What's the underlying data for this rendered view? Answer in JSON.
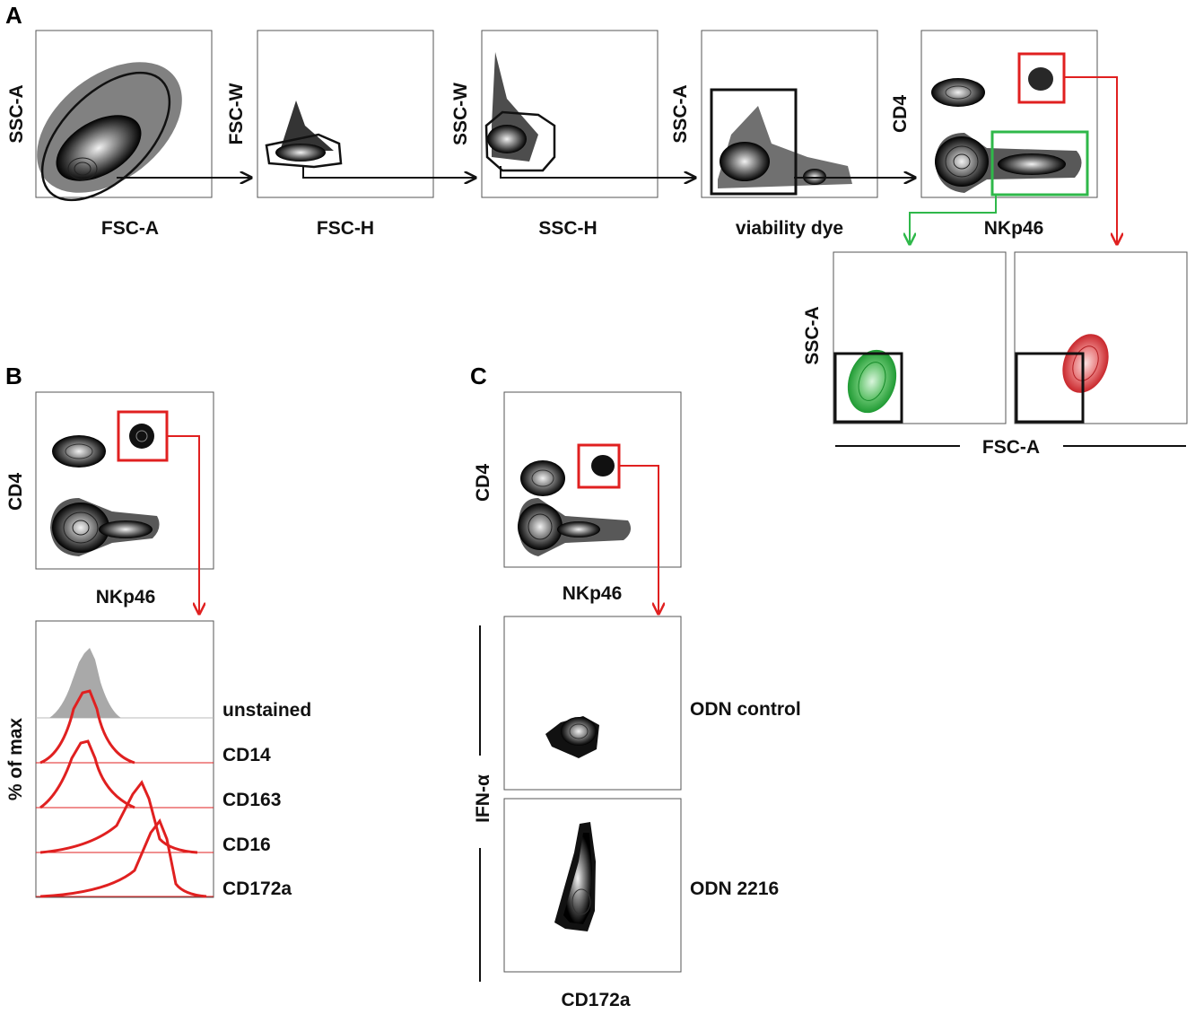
{
  "panels": {
    "a": {
      "letter": "A",
      "plots": [
        {
          "x_label": "FSC-A",
          "y_label": "SSC-A"
        },
        {
          "x_label": "FSC-H",
          "y_label": "FSC-W"
        },
        {
          "x_label": "SSC-H",
          "y_label": "SSC-W"
        },
        {
          "x_label": "viability dye",
          "y_label": "SSC-A"
        },
        {
          "x_label": "NKp46",
          "y_label": "CD4"
        }
      ],
      "sub": {
        "x_label": "FSC-A",
        "y_label": "SSC-A"
      }
    },
    "b": {
      "letter": "B",
      "x_label": "NKp46",
      "y_label": "CD4",
      "histogram": {
        "y_label": "% of max",
        "tracks": [
          "unstained",
          "CD14",
          "CD163",
          "CD16",
          "CD172a"
        ]
      }
    },
    "c": {
      "letter": "C",
      "x_label": "NKp46",
      "y_label": "CD4",
      "bottom_x_label": "CD172a",
      "bottom_y_label": "IFN-α",
      "conditions": [
        "ODN control",
        "ODN 2216"
      ]
    }
  },
  "colors": {
    "gate_black": "#111111",
    "gate_red": "#e02020",
    "gate_green": "#2fb84a",
    "density": "#444444",
    "green_pop": "#35b24a",
    "red_pop": "#e0484d",
    "unstained_fill": "#a9a9a9"
  }
}
